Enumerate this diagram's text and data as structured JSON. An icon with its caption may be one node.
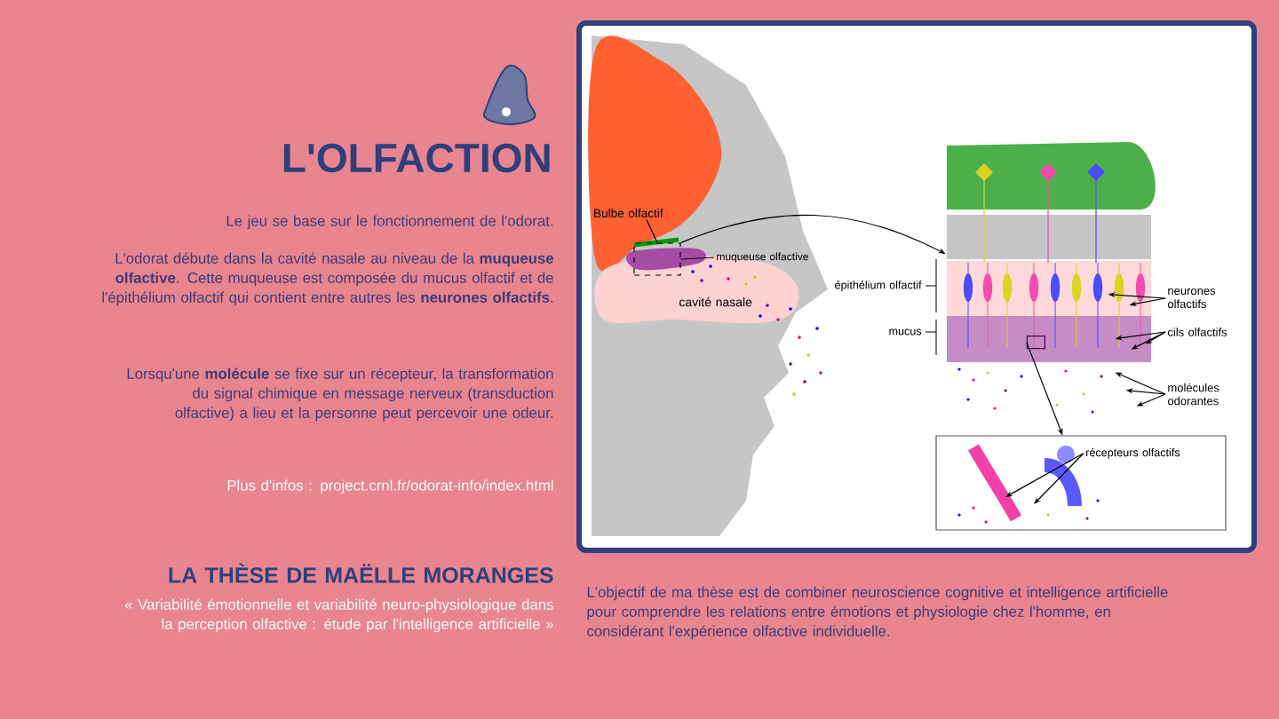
{
  "diagram": {
    "title": "L'OLFACTION",
    "nodes": [
      {
        "text": [],
        "shape": "box"
      },
      {
        "text": [],
        "shape": "picture"
      },
      {
        "text": [],
        "shape": "box",
        "in": 1
      },
      {
        "text": [],
        "shape": "box"
      },
      {
        "text": [
          "Bulbe olfactif"
        ]
      },
      {
        "text": [
          "muqueuse olfactive"
        ]
      },
      {
        "text": [
          "neurones olfactifs"
        ]
      },
      {
        "text": [
          "cils olfactifs"
        ]
      },
      {
        "text": [
          "molécules odorantes"
        ]
      },
      {
        "text": [
          "récepteurs olfactifs"
        ],
        "in": 3
      }
    ],
    "edges": [
      {
        "from": 0,
        "to": 1,
        "arrow": "to"
      },
      {
        "from": 2,
        "to": 3,
        "arrow": "to"
      },
      {
        "from": 4,
        "to": 0,
        "arrow": "none"
      },
      {
        "from": 5,
        "to": 0,
        "arrow": "none"
      },
      {
        "from": 6,
        "to": 1,
        "arrow": "to"
      },
      {
        "from": 6,
        "to": 1,
        "arrow": "to"
      },
      {
        "from": 7,
        "to": 1,
        "arrow": "to"
      },
      {
        "from": 7,
        "to": 1,
        "arrow": "to"
      },
      {
        "from": 7,
        "to": 1,
        "arrow": "to"
      },
      {
        "from": 8,
        "to": 1,
        "arrow": "to"
      },
      {
        "from": 8,
        "to": 1,
        "arrow": "to"
      },
      {
        "from": 8,
        "to": 1,
        "arrow": "to"
      },
      {
        "from": 9,
        "to": null,
        "arrow": "to"
      },
      {
        "from": 9,
        "to": null,
        "arrow": "to"
      }
    ],
    "labels": [
      "Le jeu se base sur le fonctionnement de l'odorat.",
      "L'odorat débute dans la cavité nasale au niveau de la **muqueuse olfactive**. Cette muqueuse est composée du mucus olfactif et de l'épithélium olfactif qui contient entre autres les **neurones olfactifs**.",
      "Lorsqu'une **molécule** se fixe sur un récepteur, la transformation du signal chimique en message nerveux (transduction olfactive) a lieu et la personne peut percevoir une odeur.",
      "Plus d'infos : project.crnl.fr/odorat-info/index.html",
      "LA THÈSE DE MAËLLE MORANGES",
      "« Variabilité émotionnelle et variabilité neuro-physiologique dans la perception olfactive : étude par l'intelligence artificielle »",
      "L'objectif de ma thèse est de combiner neuroscience cognitive et intelligence artificielle pour comprendre les relations entre émotions et physiologie chez l'homme, en considérant l'expérience olfactive individuelle.",
      "cavité nasale",
      "épithélium olfactif",
      "mucus"
    ]
  }
}
